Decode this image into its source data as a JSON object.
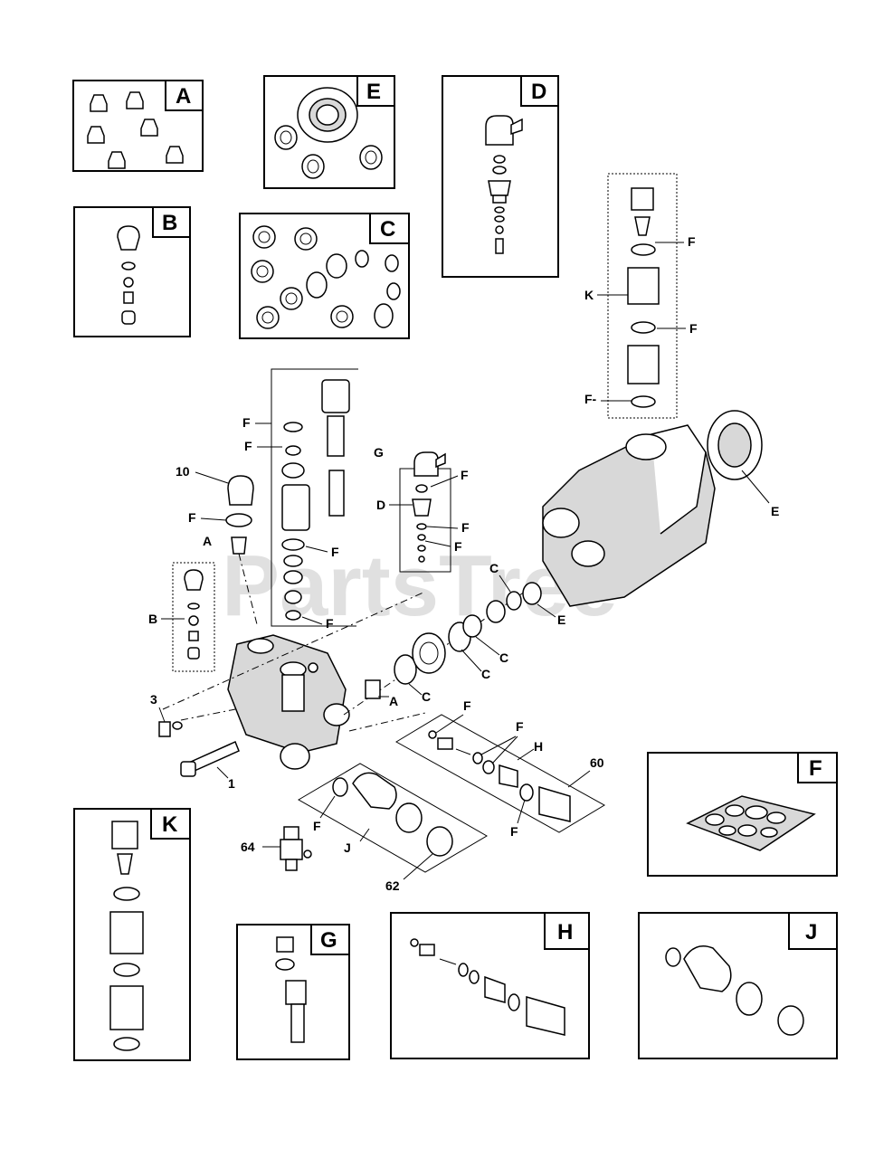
{
  "kits": {
    "A": "A",
    "B": "B",
    "C": "C",
    "D": "D",
    "E": "E",
    "K": "K",
    "G": "G",
    "H": "H",
    "J": "J",
    "F": "F"
  },
  "callouts": {
    "f": "F",
    "f_dash": "F-",
    "k": "K",
    "g": "G",
    "d": "D",
    "a": "A",
    "b": "B",
    "c": "C",
    "e": "E",
    "h": "H",
    "j": "J",
    "n10": "10",
    "n3": "3",
    "n1": "1",
    "n60": "60",
    "n64": "64",
    "n62": "62"
  },
  "watermark": "PartsTree"
}
